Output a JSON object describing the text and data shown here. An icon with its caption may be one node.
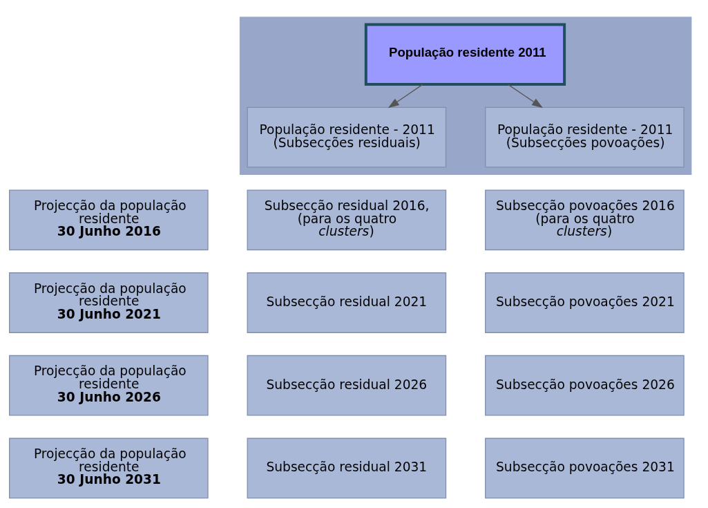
{
  "diagram": {
    "nodes": [
      {
        "text": [],
        "shape": "box"
      },
      {
        "text": [
          "População residente 2011"
        ],
        "in": 0
      },
      {
        "text": [
          "População residente - 2011 (Subsecções residuais)"
        ],
        "in": 0
      },
      {
        "text": [
          "População residente - 2011 (Subsecções povoações)"
        ],
        "in": 0
      },
      {
        "text": [
          "Projecção da população residente",
          "30 Junho 2016"
        ]
      },
      {
        "text": [
          "Subsecção residual 2016, (para os quatro *clusters*)"
        ]
      },
      {
        "text": [
          "Subsecção povoações 2016 (para os quatro *clusters*)"
        ]
      },
      {
        "text": [
          "Projecção da população residente",
          "30 Junho 2021"
        ]
      },
      {
        "text": [
          "Subsecção residual 2021"
        ]
      },
      {
        "text": [
          "Subsecção povoações 2021"
        ]
      },
      {
        "text": [
          "Projecção da população residente",
          "30 Junho 2026"
        ]
      },
      {
        "text": [
          "Subsecção residual 2026"
        ]
      },
      {
        "text": [
          "Subsecção povoações 2026"
        ]
      },
      {
        "text": [
          "Projecção da população residente",
          "30 Junho 2031"
        ]
      },
      {
        "text": [
          "Subsecção residual 2031"
        ]
      },
      {
        "text": [
          "Subsecção povoações 2031"
        ]
      }
    ],
    "edges": [
      {
        "from": 1,
        "to": 2,
        "arrow": "to"
      },
      {
        "from": 1,
        "to": 3,
        "arrow": "to"
      }
    ]
  }
}
